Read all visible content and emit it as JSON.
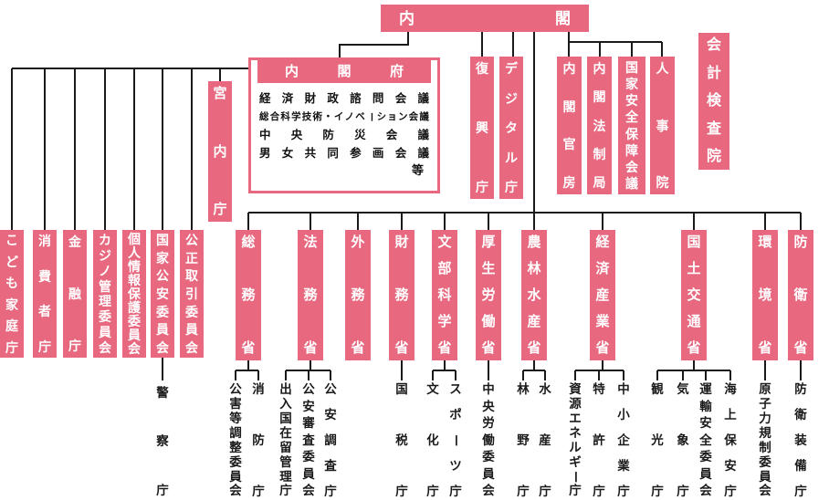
{
  "colors": {
    "box_pink": "#e8697f",
    "line_black": "#1a1a1a",
    "text_on_pink": "#ffffff",
    "text_black": "#111111"
  },
  "cabinet": {
    "label": "内閣"
  },
  "audit_board": {
    "label": "会計検査院"
  },
  "cabinet_office": {
    "title": "内閣府",
    "items": [
      "経済財政諮問会議",
      "総合科学技術・イノベーション会議",
      "中央防災会議",
      "男女共同参画会議"
    ],
    "etc": "等"
  },
  "imperial_household": {
    "label": "宮内庁"
  },
  "cabinet_direct": [
    {
      "label": "復興庁"
    },
    {
      "label": "デジタル庁"
    },
    {
      "label": "内閣官房"
    },
    {
      "label": "内閣法制局"
    },
    {
      "label": "国家安全保障会議"
    },
    {
      "label": "人事院"
    }
  ],
  "office_agencies": [
    {
      "label": "こども家庭庁"
    },
    {
      "label": "消費者庁"
    },
    {
      "label": "金融庁"
    },
    {
      "label": "カジノ管理委員会"
    },
    {
      "label": "個人情報保護委員会"
    },
    {
      "label": "国家公安委員会"
    },
    {
      "label": "公正取引委員会"
    }
  ],
  "police_agency": {
    "label": "警察庁"
  },
  "ministries": [
    {
      "label": "総務省"
    },
    {
      "label": "法務省"
    },
    {
      "label": "外務省"
    },
    {
      "label": "財務省"
    },
    {
      "label": "文部科学省"
    },
    {
      "label": "厚生労働省"
    },
    {
      "label": "農林水産省"
    },
    {
      "label": "経済産業省"
    },
    {
      "label": "国土交通省"
    },
    {
      "label": "環境省"
    },
    {
      "label": "防衛省"
    }
  ],
  "sub_agencies": [
    {
      "label": "公害等調整委員会"
    },
    {
      "label": "消防庁"
    },
    {
      "label": "出入国在留管理庁"
    },
    {
      "label": "公安審査委員会"
    },
    {
      "label": "公安調査庁"
    },
    {
      "label": "国税庁"
    },
    {
      "label": "文化庁"
    },
    {
      "label": "スポーツ庁"
    },
    {
      "label": "中央労働委員会"
    },
    {
      "label": "林野庁"
    },
    {
      "label": "水産庁"
    },
    {
      "label": "資源エネルギー庁"
    },
    {
      "label": "特許庁"
    },
    {
      "label": "中小企業庁"
    },
    {
      "label": "観光庁"
    },
    {
      "label": "気象庁"
    },
    {
      "label": "運輸安全委員会"
    },
    {
      "label": "海上保安庁"
    },
    {
      "label": "原子力規制委員会"
    },
    {
      "label": "防衛装備庁"
    }
  ]
}
